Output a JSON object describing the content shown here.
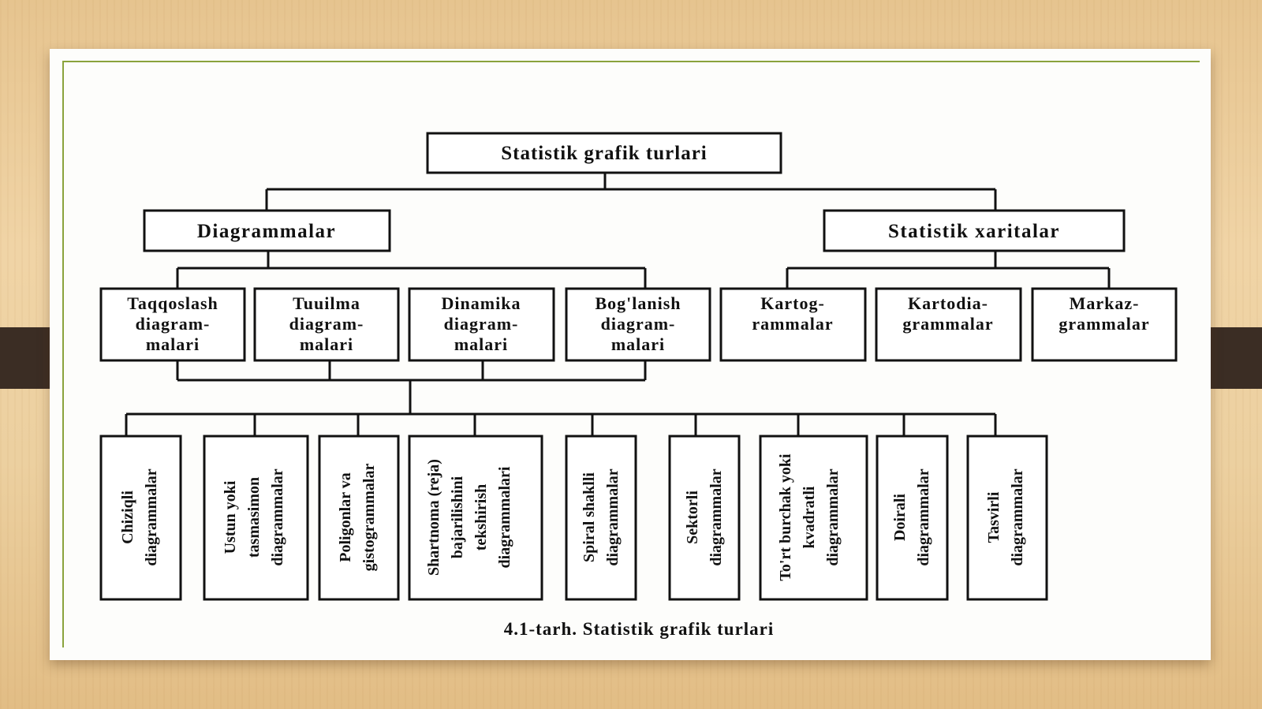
{
  "diagram": {
    "root": "Statistik grafik turlari",
    "groups": [
      "Diagrammalar",
      "Statistik xaritalar"
    ],
    "diagram_types": [
      [
        "Taqqoslash",
        "diagram-",
        "malari"
      ],
      [
        "Tuuilma",
        "diagram-",
        "malari"
      ],
      [
        "Dinamika",
        "diagram-",
        "malari"
      ],
      [
        "Bog'lanish",
        "diagram-",
        "malari"
      ]
    ],
    "map_types": [
      [
        "Kartog-",
        "rammalar"
      ],
      [
        "Kartodia-",
        "grammalar"
      ],
      [
        "Markaz-",
        "grammalar"
      ]
    ],
    "leaves": [
      [
        "Chiziqli",
        "diagrammalar"
      ],
      [
        "Ustun yoki",
        "tasmasimon",
        "diagrammalar"
      ],
      [
        "Poligonlar va",
        "gistogrammalar"
      ],
      [
        "Shartnoma (reja)",
        "bajarilishini",
        "tekshirish",
        "diagrammalari"
      ],
      [
        "Spiral shaklli",
        "diagrammalar"
      ],
      [
        "Sektorli",
        "diagrammalar"
      ],
      [
        "To'rt burchak yoki",
        "kvadratli",
        "diagrammalar"
      ],
      [
        "Doirali",
        "diagrammalar"
      ],
      [
        "Tasvirli",
        "diagrammalar"
      ]
    ],
    "caption": "4.1-tarh. Statistik grafik turlari"
  }
}
